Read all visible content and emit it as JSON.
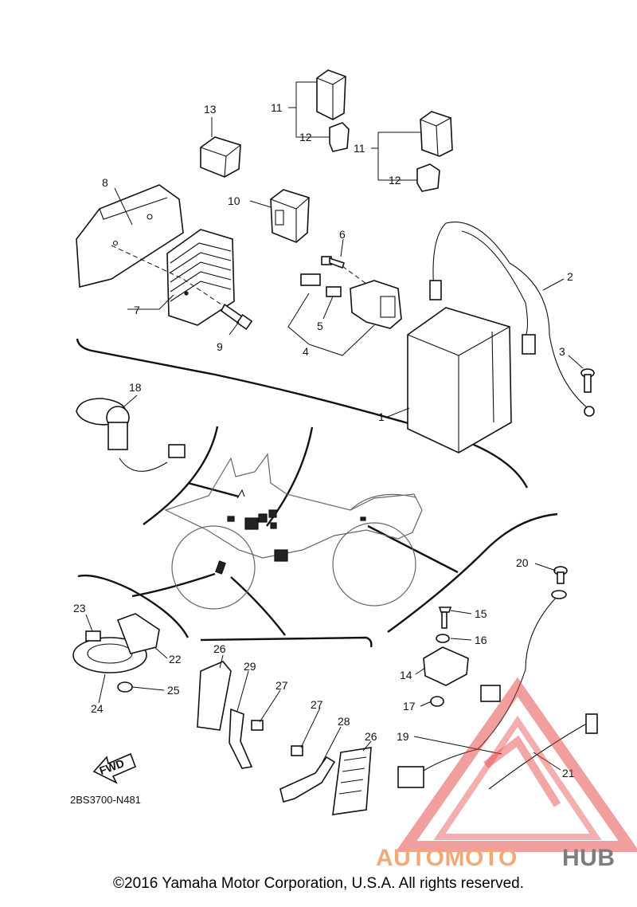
{
  "diagram": {
    "part_labels": [
      "1",
      "2",
      "3",
      "4",
      "5",
      "6",
      "7",
      "8",
      "9",
      "10",
      "11",
      "11",
      "12",
      "12",
      "13",
      "14",
      "15",
      "16",
      "17",
      "18",
      "19",
      "20",
      "21",
      "22",
      "23",
      "24",
      "25",
      "26",
      "26",
      "27",
      "27",
      "28",
      "29"
    ],
    "doc_code": "2BS3700-N481",
    "fwd_label": "FWD"
  },
  "watermark": {
    "brand_part1": "AUTOMOTO",
    "brand_part2": "HUB",
    "color_primary": "#f1a06a",
    "color_secondary": "#6d6f73",
    "triangle_color": "#e23a3a"
  },
  "footer": {
    "copyright": "©2016 Yamaha Motor Corporation, U.S.A. All rights reserved."
  }
}
